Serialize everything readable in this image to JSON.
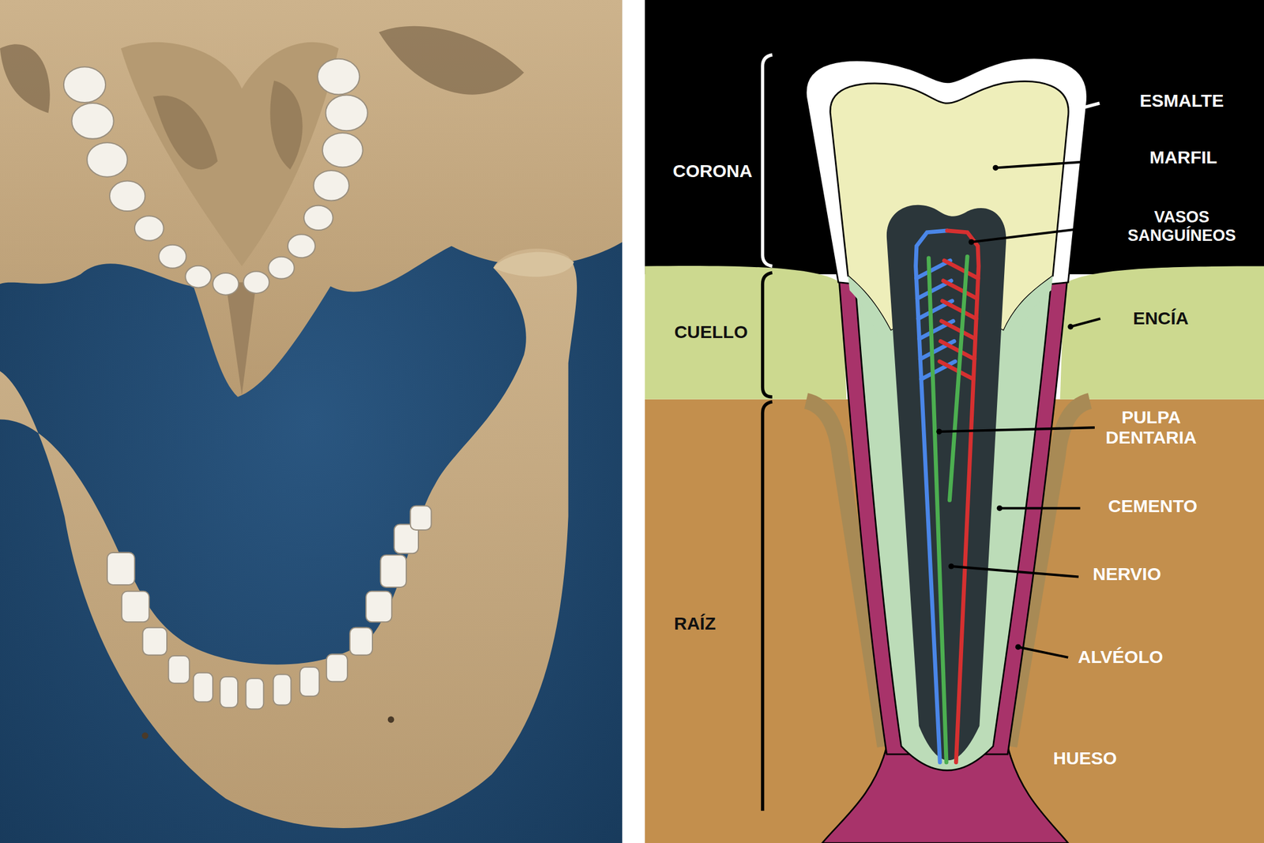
{
  "diagram": {
    "labels": [
      "CORONA",
      "CUELLO",
      "RAÍZ",
      "ESMALTE",
      "MARFIL",
      "VASOS SANGUÍNEOS",
      "ENCÍA",
      "PULPA DENTARIA",
      "CEMENTO",
      "NERVIO",
      "ALVÉOLO",
      "HUESO"
    ]
  }
}
